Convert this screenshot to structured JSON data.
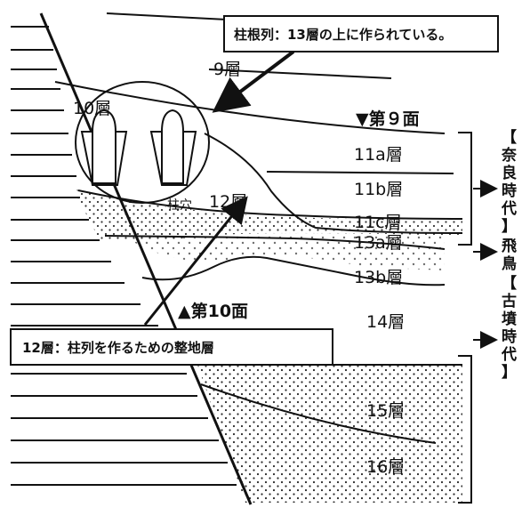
{
  "callout_top": "柱根列：13層の上に作られている。",
  "callout_bottom": "12層：柱列を作るための整地層",
  "layers": {
    "l9": "9層",
    "l10": "10層",
    "l11a": "11a層",
    "l11b": "11b層",
    "l11c": "11c層",
    "l12": "12層",
    "l13a": "13a層",
    "l13b": "13b層",
    "l14": "14層",
    "l15": "15層",
    "l16": "16層"
  },
  "faces": {
    "face9": "▼第９面",
    "face10": "▲第10面"
  },
  "pit_label": "柱穴",
  "periods": {
    "nara": [
      "【",
      "奈",
      "良",
      "時",
      "代",
      "】"
    ],
    "asuka": [
      "飛",
      "鳥"
    ],
    "kofun": [
      "【",
      "古",
      "墳",
      "時",
      "代",
      "】"
    ]
  },
  "colors": {
    "ink": "#111111",
    "paper": "#ffffff"
  }
}
